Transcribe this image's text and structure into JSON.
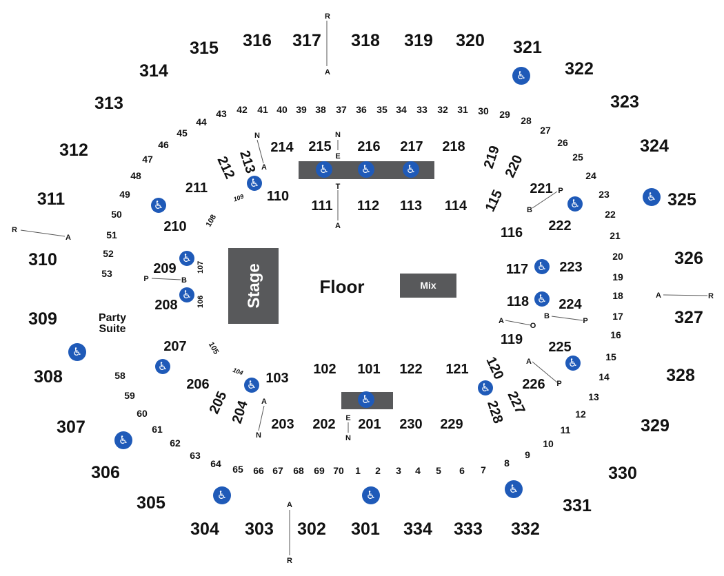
{
  "map": {
    "floor_label": "Floor",
    "stage_label": "Stage",
    "mix_label": "Mix",
    "party_suite_label": [
      "Party",
      "Suite"
    ],
    "colors": {
      "block": "#58595b",
      "accessible": "#1f5ab8",
      "text": "#111111"
    }
  },
  "sections_300": [
    "301",
    "302",
    "303",
    "304",
    "305",
    "306",
    "307",
    "308",
    "309",
    "310",
    "311",
    "312",
    "313",
    "314",
    "315",
    "316",
    "317",
    "318",
    "319",
    "320",
    "321",
    "322",
    "323",
    "324",
    "325",
    "326",
    "327",
    "328",
    "329",
    "330",
    "331",
    "332",
    "333",
    "334"
  ],
  "sections_200": [
    "201",
    "202",
    "203",
    "204",
    "205",
    "206",
    "207",
    "208",
    "209",
    "210",
    "211",
    "212",
    "213",
    "214",
    "215",
    "216",
    "217",
    "218",
    "219",
    "220",
    "221",
    "222",
    "223",
    "224",
    "225",
    "226",
    "227",
    "228",
    "229",
    "230"
  ],
  "sections_100": [
    "101",
    "102",
    "103",
    "104",
    "105",
    "106",
    "107",
    "108",
    "109",
    "110",
    "111",
    "112",
    "113",
    "114",
    "115",
    "116",
    "117",
    "118",
    "119",
    "120",
    "121",
    "122"
  ],
  "ring_sections": [
    "1",
    "2",
    "3",
    "4",
    "5",
    "6",
    "7",
    "8",
    "9",
    "10",
    "11",
    "12",
    "13",
    "14",
    "15",
    "16",
    "17",
    "18",
    "19",
    "20",
    "21",
    "22",
    "23",
    "24",
    "25",
    "26",
    "27",
    "28",
    "29",
    "30",
    "31",
    "32",
    "33",
    "34",
    "35",
    "36",
    "37",
    "38",
    "39",
    "40",
    "41",
    "42",
    "43",
    "44",
    "45",
    "46",
    "47",
    "48",
    "49",
    "50",
    "51",
    "52",
    "53",
    "58",
    "59",
    "60",
    "61",
    "62",
    "63",
    "64",
    "65",
    "66",
    "67",
    "68",
    "69",
    "70"
  ],
  "row_letters": [
    "R",
    "A",
    "N",
    "E",
    "T",
    "A",
    "R",
    "A",
    "A",
    "R",
    "N",
    "A",
    "P",
    "B",
    "P",
    "B",
    "A",
    "O",
    "B",
    "P",
    "A",
    "P",
    "E",
    "N",
    "A",
    "N"
  ],
  "accessible_icon": "wheelchair-icon"
}
